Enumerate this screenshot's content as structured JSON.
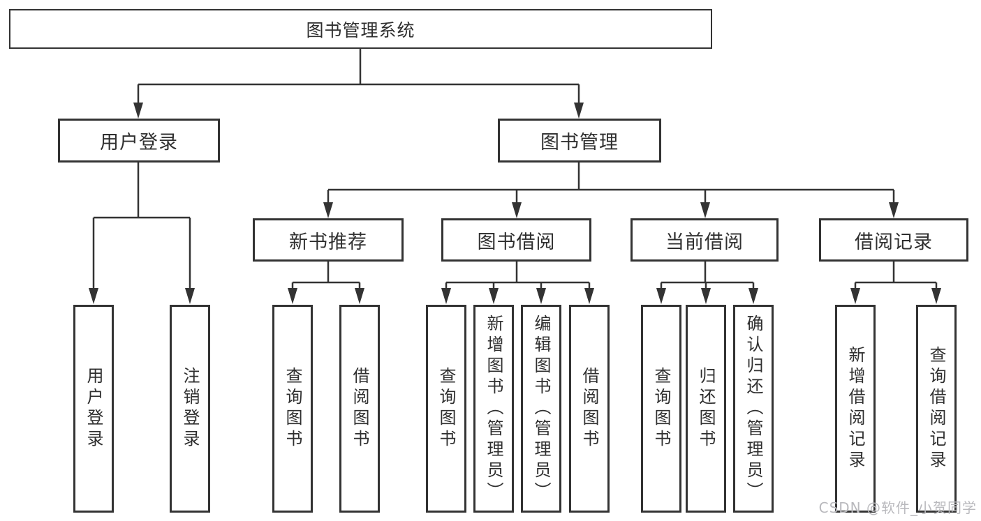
{
  "tree": {
    "root": {
      "label": "图书管理系统",
      "children": [
        {
          "label": "用户登录",
          "children": [
            {
              "label": "用户登录"
            },
            {
              "label": "注销登录"
            }
          ]
        },
        {
          "label": "图书管理",
          "children": [
            {
              "label": "新书推荐",
              "children": [
                {
                  "label": "查询图书"
                },
                {
                  "label": "借阅图书"
                }
              ]
            },
            {
              "label": "图书借阅",
              "children": [
                {
                  "label": "查询图书"
                },
                {
                  "label": "新增图书（管理员）"
                },
                {
                  "label": "编辑图书（管理员）"
                },
                {
                  "label": "借阅图书"
                }
              ]
            },
            {
              "label": "当前借阅",
              "children": [
                {
                  "label": "查询图书"
                },
                {
                  "label": "归还图书"
                },
                {
                  "label": "确认归还（管理员）"
                }
              ]
            },
            {
              "label": "借阅记录",
              "children": [
                {
                  "label": "新增借阅记录"
                },
                {
                  "label": "查询借阅记录"
                }
              ]
            }
          ]
        }
      ]
    }
  },
  "watermark": {
    "text": "CSDN @软件_小贺同学"
  },
  "colors": {
    "line": "#333333",
    "text": "#2f2f2f",
    "background": "#ffffff",
    "watermark": "#b9b9bd"
  }
}
